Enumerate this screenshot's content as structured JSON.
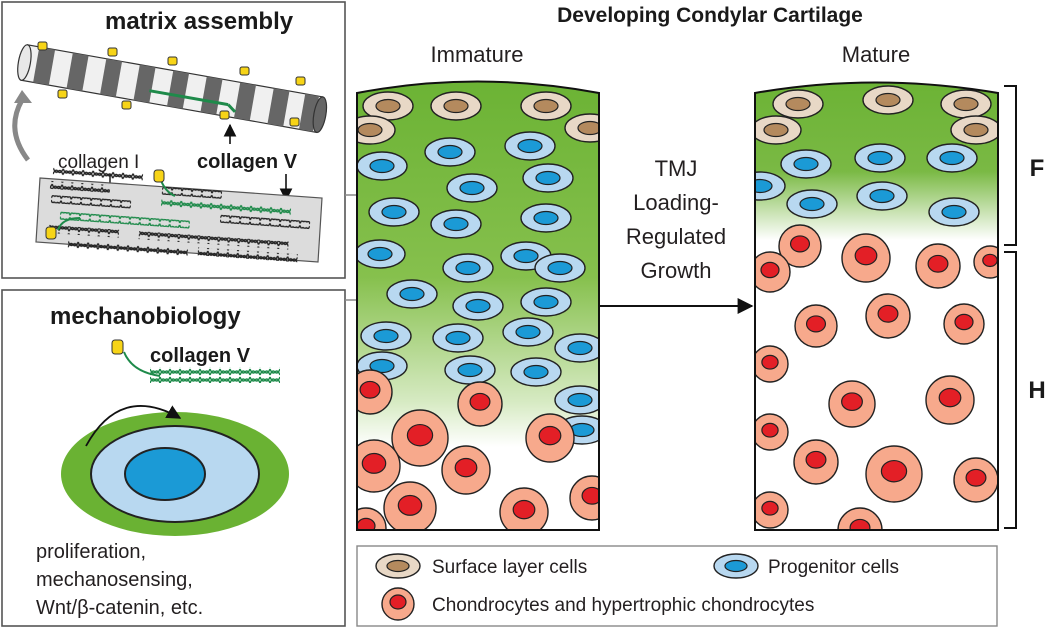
{
  "title": "Developing Condylar Cartilage",
  "matrix_panel": {
    "title": "matrix assembly",
    "collagen1_label": "collagen I",
    "collagen5_label": "collagen V"
  },
  "mechano_panel": {
    "title": "mechanobiology",
    "collagen5_label": "collagen V",
    "caption_lines": [
      "proliferation,",
      "mechanosensing,",
      "Wnt/β-catenin, etc."
    ]
  },
  "immature": {
    "label": "Immature"
  },
  "mature": {
    "label": "Mature"
  },
  "arrow_text": [
    "TMJ",
    "Loading-",
    "Regulated",
    "Growth"
  ],
  "zones": {
    "fibrous": "F",
    "hypertrophic": "H"
  },
  "legend": {
    "surface": "Surface layer cells",
    "progenitor": "Progenitor cells",
    "chondrocyte": "Chondrocytes and hypertrophic chondrocytes"
  },
  "colors": {
    "matrix_green": "#6ab233",
    "surface_cell": "#e8d8c6",
    "surface_nucleus": "#b48a5e",
    "progenitor_cell": "#b8d8f0",
    "progenitor_nucleus": "#1b9ad6",
    "chondrocyte_cell": "#f7a98c",
    "chondrocyte_nucleus": "#e31f26",
    "collagen_green": "#1e8a4a",
    "collagen_yellow": "#f7d417"
  }
}
